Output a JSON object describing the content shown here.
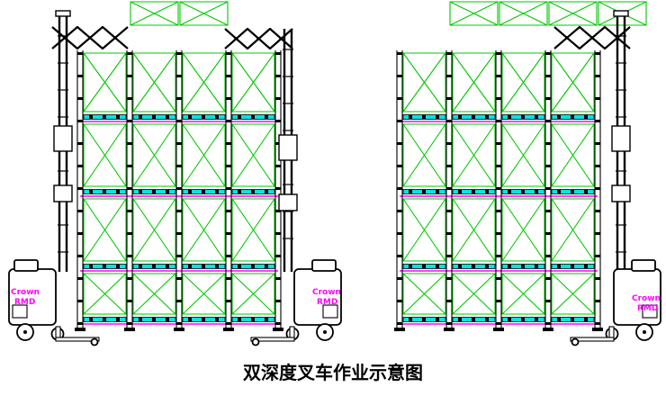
{
  "caption": {
    "text": "双深度叉车作业示意图"
  },
  "forklift": {
    "brand_line1": "Crown",
    "brand_line2": "RMD"
  },
  "colors": {
    "rack_frame": "#00c800",
    "beam_fill": "#00e5e5",
    "beam_underline": "#ff00ff",
    "outline": "#000000",
    "label_text": "#ff00ff",
    "background": "#ffffff"
  }
}
